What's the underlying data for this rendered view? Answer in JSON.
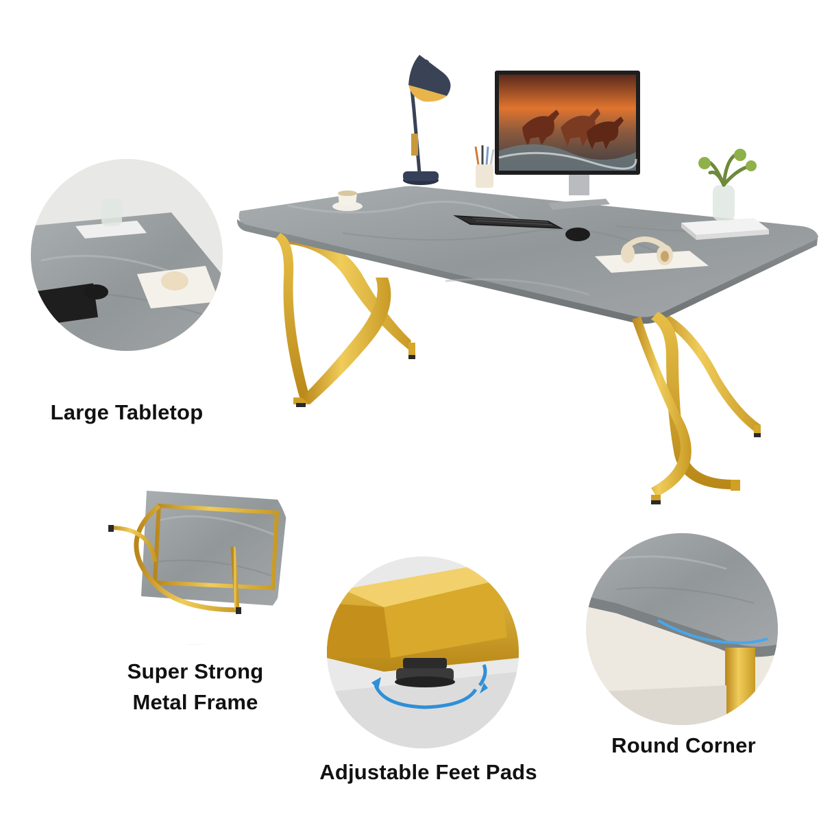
{
  "features": [
    {
      "label": "Large Tabletop"
    },
    {
      "label": [
        "Super Strong",
        "Metal Frame"
      ]
    },
    {
      "label": "Adjustable Feet Pads"
    },
    {
      "label": "Round Corner"
    }
  ],
  "product": {
    "colors": {
      "tabletop": "#9a9d9e",
      "frame": "#d5a72a",
      "background": "#ffffff",
      "rotation_arrow": "#2f8fd8"
    }
  }
}
